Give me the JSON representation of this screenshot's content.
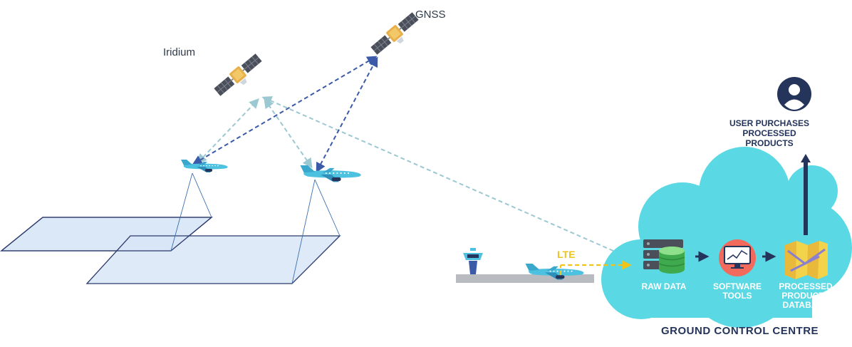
{
  "satellites": {
    "iridium_label": "Iridium",
    "gnss_label": "GNSS"
  },
  "link": {
    "lte_label": "LTE"
  },
  "ground_control": {
    "title": "GROUND CONTROL CENTRE",
    "raw_data_label": "RAW DATA",
    "software_tools_label_line1": "SOFTWARE",
    "software_tools_label_line2": "TOOLS",
    "processed_db_label_line1": "PROCESSED",
    "processed_db_label_line2": "PRODUCTS",
    "processed_db_label_line3": "DATABASE"
  },
  "user": {
    "label_line1": "USER PURCHASES",
    "label_line2": "PROCESSED",
    "label_line3": "PRODUCTS"
  },
  "colors": {
    "cloud": "#5ad8e4",
    "footprint_fill": "#dbe8f8",
    "footprint_stroke": "#2b3a6b",
    "iridium_link": "#9cc8d2",
    "gnss_link": "#3b5aa8",
    "lte_link": "#f2c318",
    "aircraft": "#4cc1e0",
    "navy": "#24345a"
  }
}
